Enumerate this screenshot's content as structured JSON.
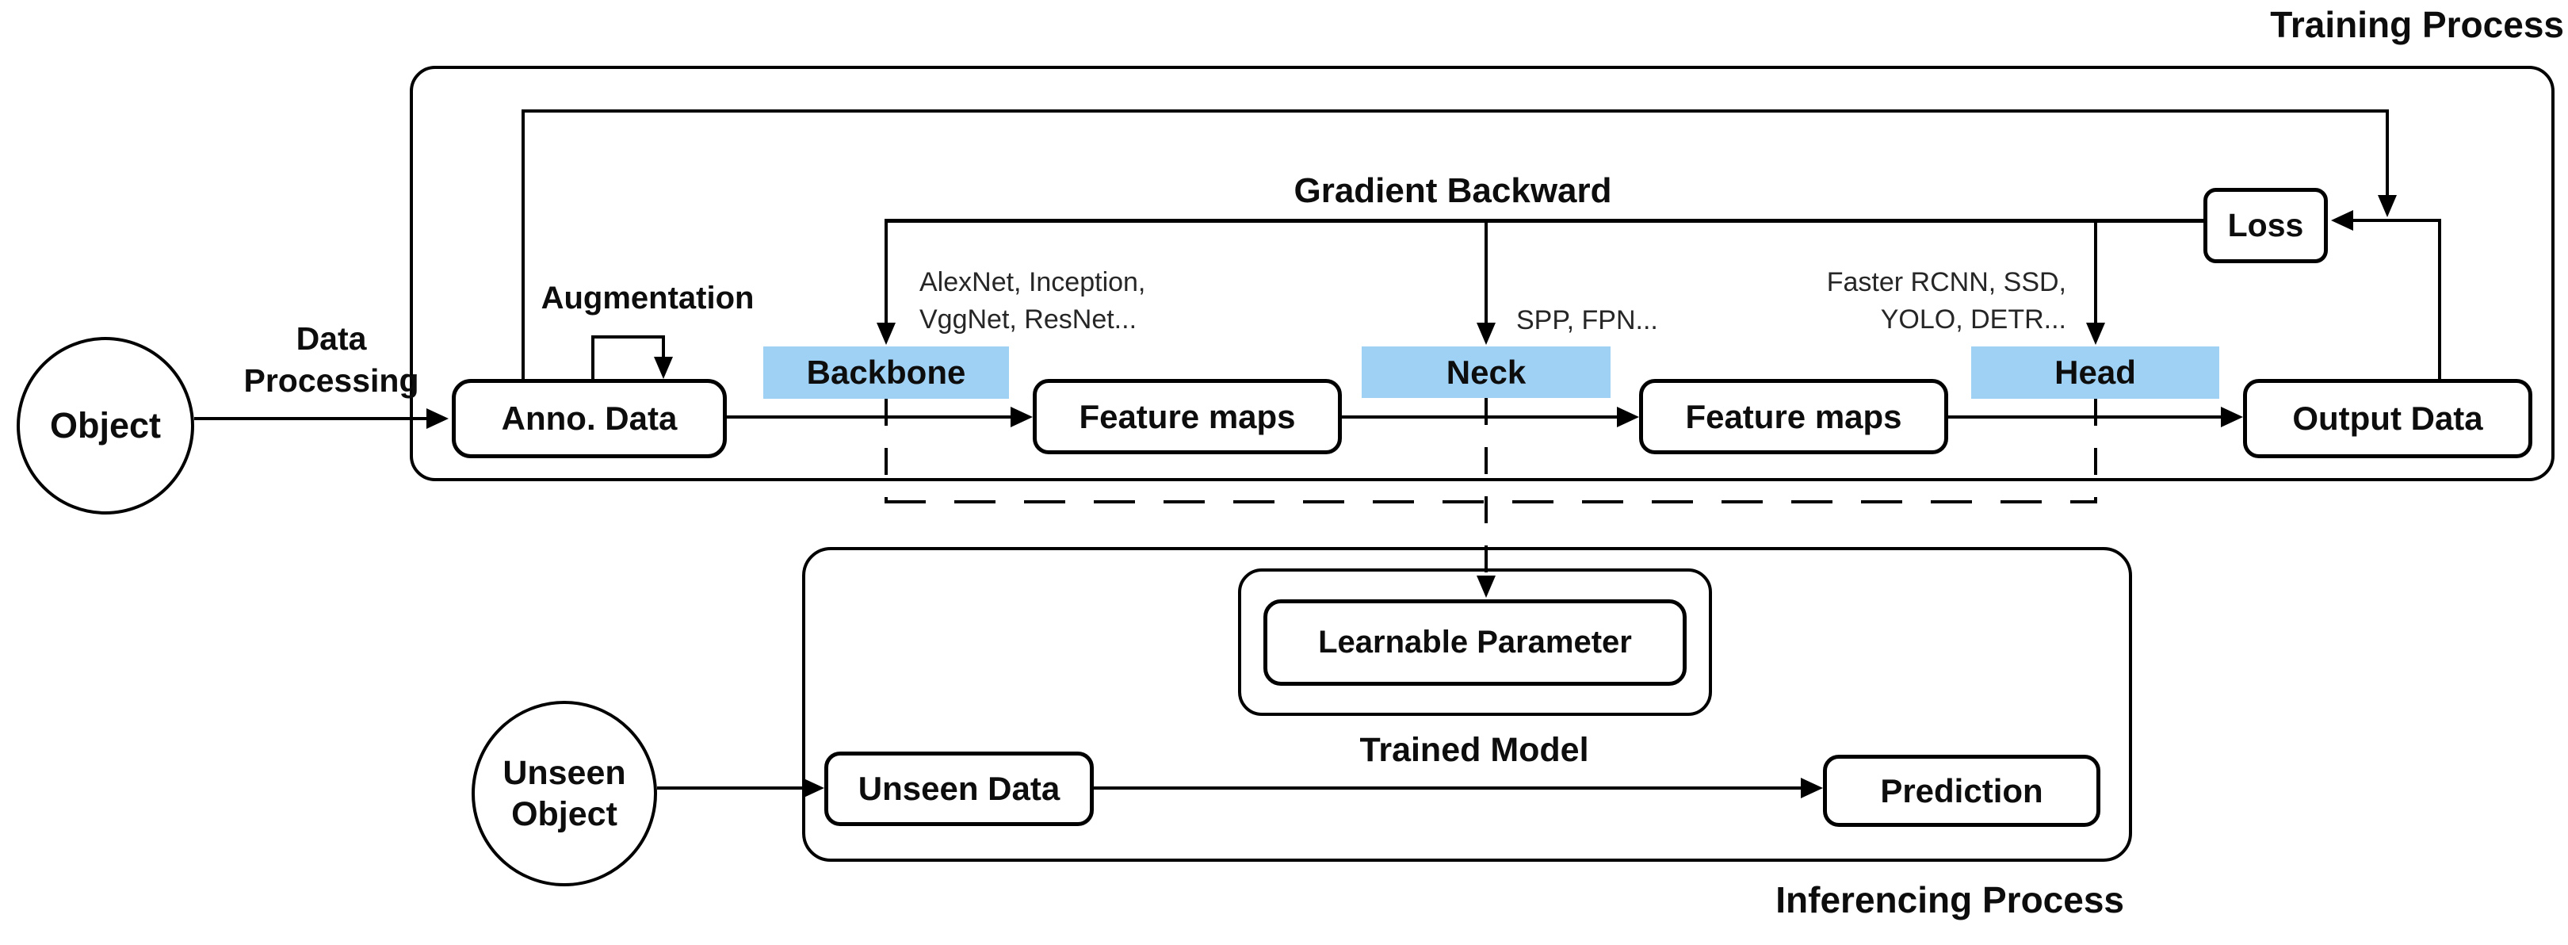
{
  "colors": {
    "stage_highlight": "#9FD1F5",
    "line": "#000000",
    "text": "#0D0D0D",
    "background": "#FFFFFF"
  },
  "training": {
    "section_label": "Training Process",
    "object_label": "Object",
    "data_processing_label_line1": "Data",
    "data_processing_label_line2": "Processing",
    "anno_data_label": "Anno. Data",
    "augmentation_label": "Augmentation",
    "gradient_backward_label": "Gradient Backward",
    "backbone_label": "Backbone",
    "backbone_examples_line1": "AlexNet, Inception,",
    "backbone_examples_line2": "VggNet, ResNet...",
    "feature_maps_1_label": "Feature maps",
    "neck_label": "Neck",
    "neck_examples": "SPP, FPN...",
    "feature_maps_2_label": "Feature maps",
    "head_label": "Head",
    "head_examples_line1": "Faster RCNN, SSD,",
    "head_examples_line2": "YOLO, DETR...",
    "output_data_label": "Output Data",
    "loss_label": "Loss"
  },
  "inference": {
    "section_label": "Inferencing Process",
    "unseen_object_label_line1": "Unseen",
    "unseen_object_label_line2": "Object",
    "unseen_data_label": "Unseen Data",
    "trained_model_label": "Trained Model",
    "learnable_parameter_label": "Learnable Parameter",
    "prediction_label": "Prediction"
  }
}
